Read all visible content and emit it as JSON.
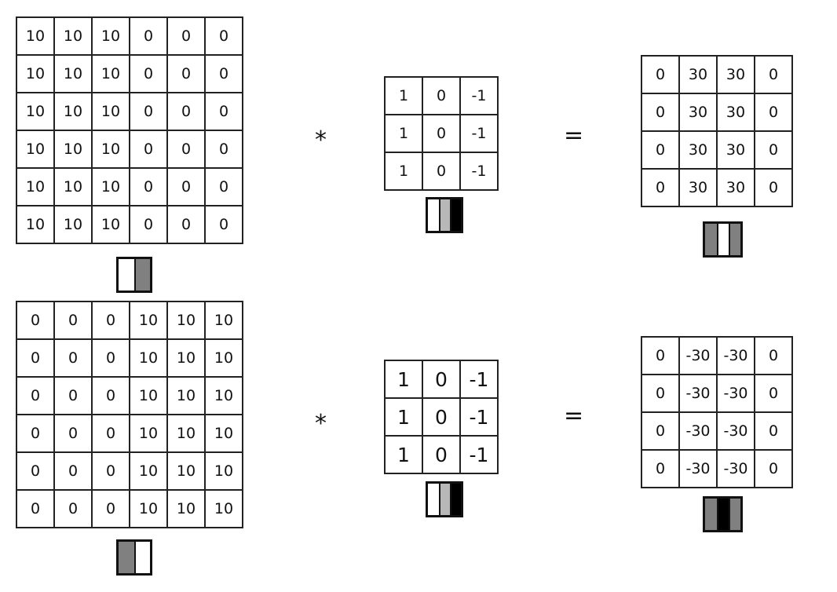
{
  "operators": {
    "convolve": "*",
    "equals": "="
  },
  "rows": [
    {
      "input": [
        [
          "10",
          "10",
          "10",
          "0",
          "0",
          "0"
        ],
        [
          "10",
          "10",
          "10",
          "0",
          "0",
          "0"
        ],
        [
          "10",
          "10",
          "10",
          "0",
          "0",
          "0"
        ],
        [
          "10",
          "10",
          "10",
          "0",
          "0",
          "0"
        ],
        [
          "10",
          "10",
          "10",
          "0",
          "0",
          "0"
        ],
        [
          "10",
          "10",
          "10",
          "0",
          "0",
          "0"
        ]
      ],
      "kernel": [
        [
          "1",
          "0",
          "-1"
        ],
        [
          "1",
          "0",
          "-1"
        ],
        [
          "1",
          "0",
          "-1"
        ]
      ],
      "output": [
        [
          "0",
          "30",
          "30",
          "0"
        ],
        [
          "0",
          "30",
          "30",
          "0"
        ],
        [
          "0",
          "30",
          "30",
          "0"
        ],
        [
          "0",
          "30",
          "30",
          "0"
        ]
      ],
      "input_swatch": [
        "#ffffff",
        "#808080"
      ],
      "kernel_swatch": [
        "#ffffff",
        "#b8b8b8",
        "#000000"
      ],
      "output_swatch": [
        "#808080",
        "#ffffff",
        "#808080"
      ]
    },
    {
      "input": [
        [
          "0",
          "0",
          "0",
          "10",
          "10",
          "10"
        ],
        [
          "0",
          "0",
          "0",
          "10",
          "10",
          "10"
        ],
        [
          "0",
          "0",
          "0",
          "10",
          "10",
          "10"
        ],
        [
          "0",
          "0",
          "0",
          "10",
          "10",
          "10"
        ],
        [
          "0",
          "0",
          "0",
          "10",
          "10",
          "10"
        ],
        [
          "0",
          "0",
          "0",
          "10",
          "10",
          "10"
        ]
      ],
      "kernel": [
        [
          "1",
          "0",
          "-1"
        ],
        [
          "1",
          "0",
          "-1"
        ],
        [
          "1",
          "0",
          "-1"
        ]
      ],
      "output": [
        [
          "0",
          "-30",
          "-30",
          "0"
        ],
        [
          "0",
          "-30",
          "-30",
          "0"
        ],
        [
          "0",
          "-30",
          "-30",
          "0"
        ],
        [
          "0",
          "-30",
          "-30",
          "0"
        ]
      ],
      "input_swatch": [
        "#808080",
        "#ffffff"
      ],
      "kernel_swatch": [
        "#ffffff",
        "#b8b8b8",
        "#000000"
      ],
      "output_swatch": [
        "#808080",
        "#000000",
        "#808080"
      ]
    }
  ]
}
